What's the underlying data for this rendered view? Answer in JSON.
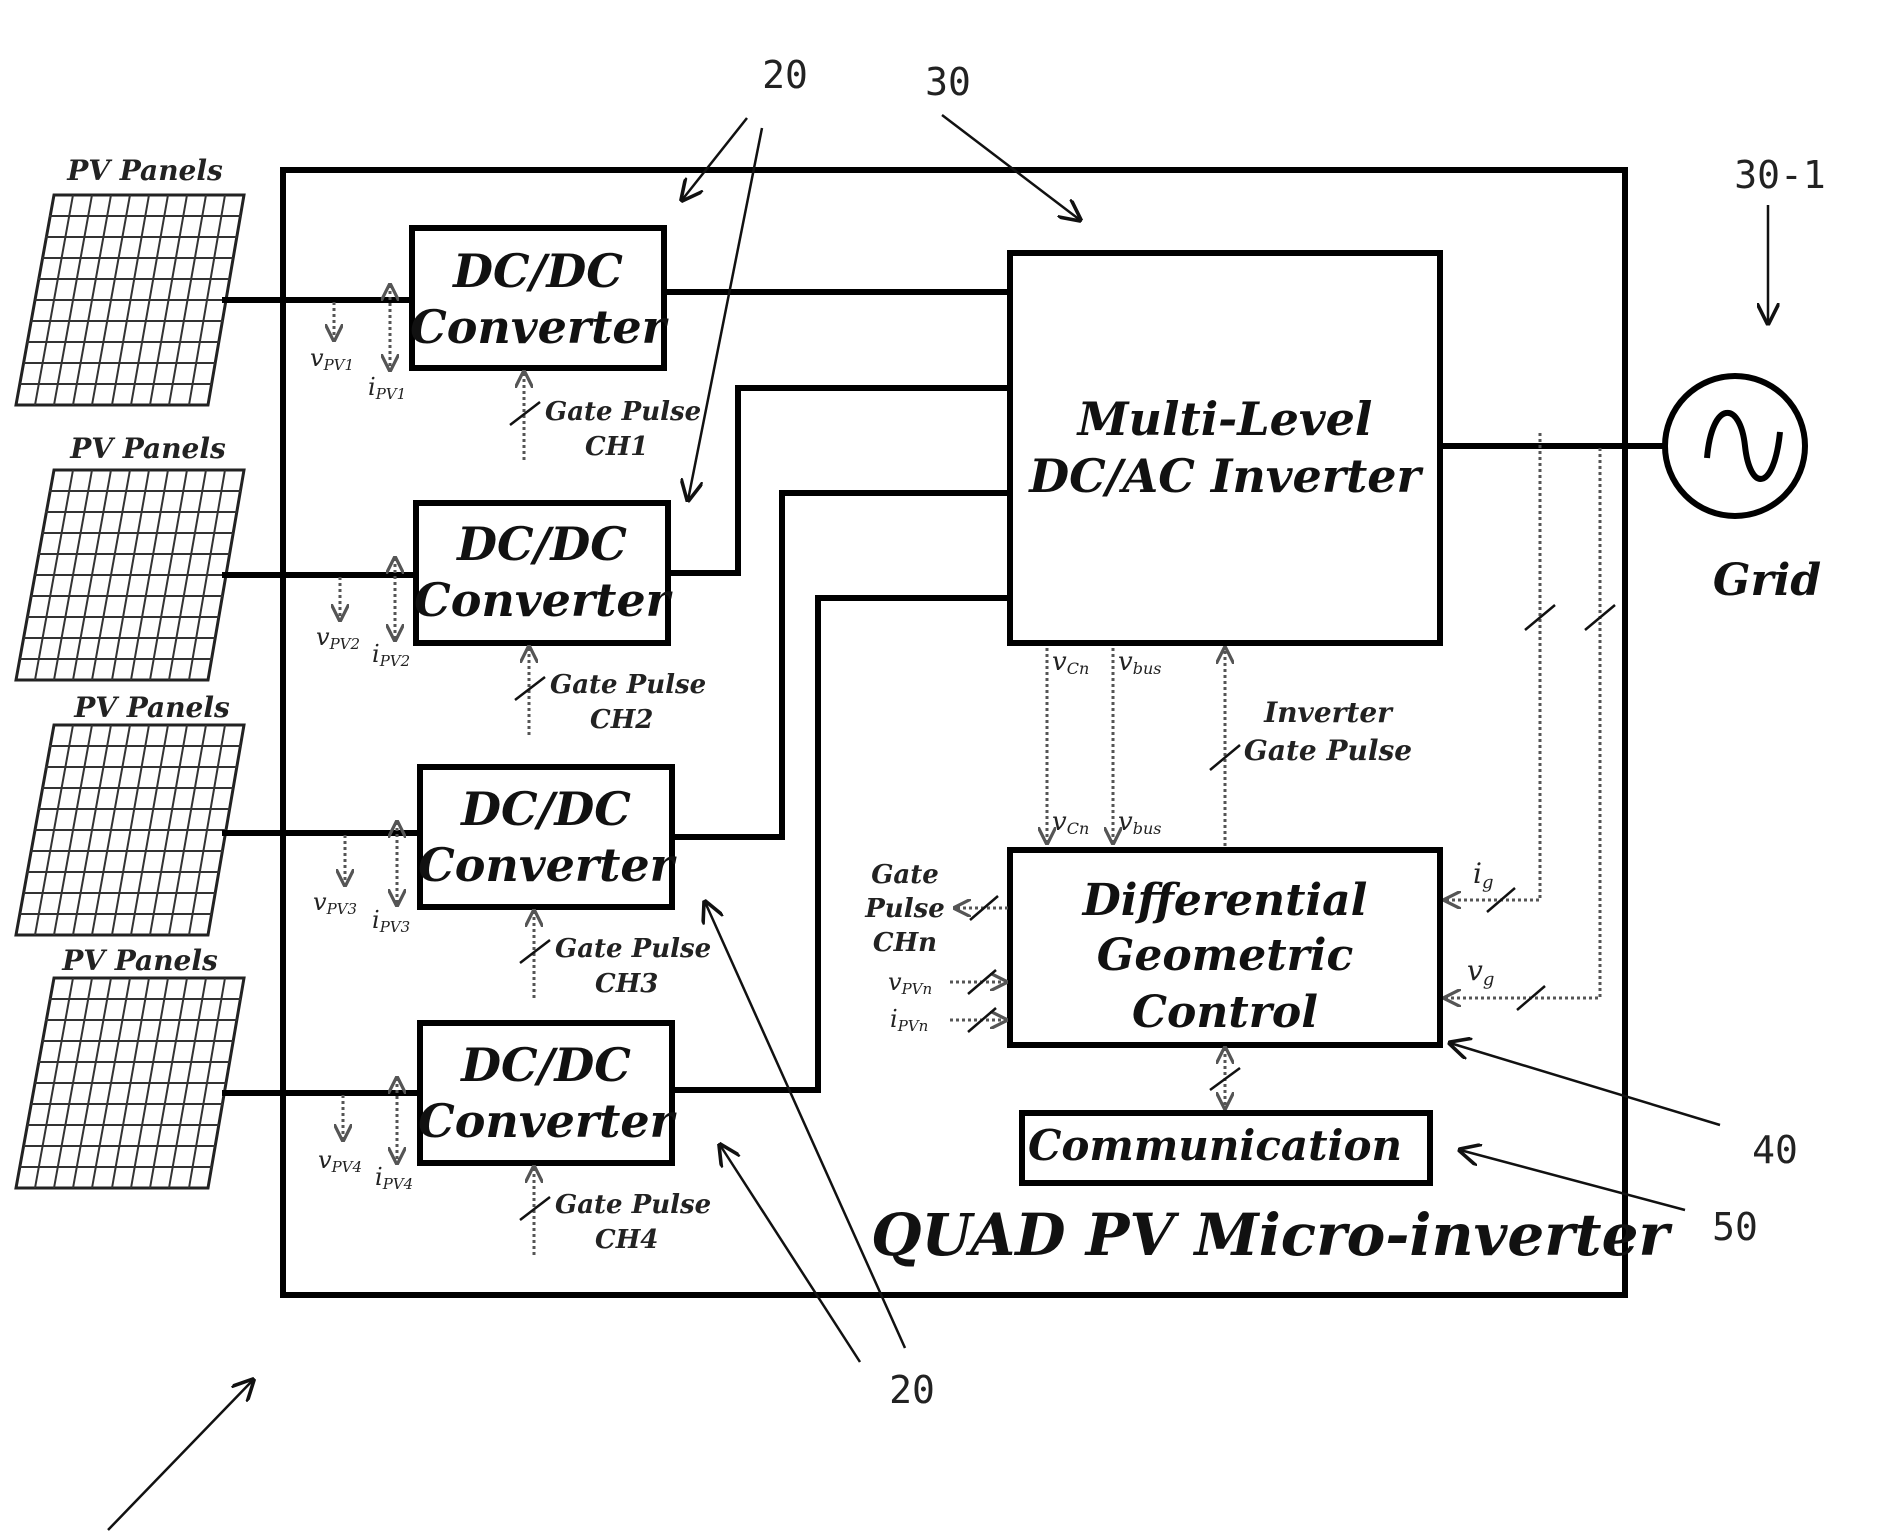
{
  "panels_label": [
    "PV Panels",
    "PV Panels",
    "PV Panels",
    "PV Panels"
  ],
  "converters": [
    {
      "line1": "DC/DC",
      "line2": "Converter",
      "v_sub": "PV1",
      "i_sub": "PV1",
      "gate_line1": "Gate Pulse",
      "gate_line2": "CH1"
    },
    {
      "line1": "DC/DC",
      "line2": "Converter",
      "v_sub": "PV2",
      "i_sub": "PV2",
      "gate_line1": "Gate Pulse",
      "gate_line2": "CH2"
    },
    {
      "line1": "DC/DC",
      "line2": "Converter",
      "v_sub": "PV3",
      "i_sub": "PV3",
      "gate_line1": "Gate Pulse",
      "gate_line2": "CH3"
    },
    {
      "line1": "DC/DC",
      "line2": "Converter",
      "v_sub": "PV4",
      "i_sub": "PV4",
      "gate_line1": "Gate Pulse",
      "gate_line2": "CH4"
    }
  ],
  "inverter": {
    "line1": "Multi-Level",
    "line2": "DC/AC Inverter"
  },
  "control": {
    "line1": "Differential",
    "line2": "Geometric",
    "line3": "Control"
  },
  "communication": "Communication",
  "enclosure_title": "QUAD PV Micro-inverter",
  "grid_label": "Grid",
  "signals": {
    "v_letter": "v",
    "i_letter": "i",
    "vcn_top_sub": "Cn",
    "vbus_top_sub": "bus",
    "vcn_bot_sub": "Cn",
    "vbus_bot_sub": "bus",
    "inv_gate_line1": "Inverter",
    "inv_gate_line2": "Gate Pulse",
    "gate_chn_line1": "Gate",
    "gate_chn_line2": "Pulse",
    "gate_chn_line3": "CHn",
    "vpvn_sub": "PVn",
    "ipvn_sub": "PVn",
    "ig_sub": "g",
    "vg_sub": "g"
  },
  "refs": {
    "r20_top": "20",
    "r30": "30",
    "r30_1": "30-1",
    "r40": "40",
    "r50": "50",
    "r20_bottom": "20"
  }
}
